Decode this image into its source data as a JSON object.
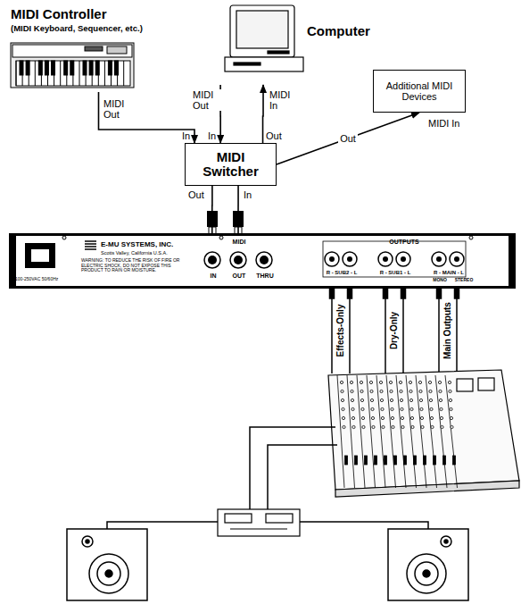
{
  "diagram": {
    "nodes": [
      {
        "text": [
          "MIDI Controller",
          "(MIDI Keyboard, Sequencer, etc.)"
        ]
      },
      {
        "text": [
          "Computer"
        ]
      },
      {
        "text": [
          "Additional MIDI Devices"
        ]
      },
      {
        "text": [
          "MIDI Switcher"
        ]
      },
      {
        "text": [
          "100-250VAC 50/60Hz",
          "E-MU SYSTEMS, INC.",
          "Scotts Valley, California U.S.A.",
          "WARNING: TO REDUCE THE RISK OF FIRE OR ELECTRIC SHOCK, DO NOT EXPOSE THIS PRODUCT TO RAIN OR MOISTURE.",
          "MIDI",
          "IN",
          "OUT",
          "THRU",
          "OUTPUTS",
          "R - SUB2 - L",
          "R - SUB1 - L",
          "R - MAIN - L",
          "MONO",
          "STEREO"
        ]
      }
    ],
    "edges": [
      {
        "from": 0,
        "to": 3,
        "label": "MIDI Out",
        "arrow": "to"
      },
      {
        "from": 1,
        "to": 3,
        "label": "MIDI Out",
        "arrow": "to"
      },
      {
        "from": 3,
        "to": 1,
        "label": "MIDI In",
        "arrow": "to"
      },
      {
        "from": 3,
        "to": 2,
        "label": "Out",
        "arrow": "to"
      },
      {
        "from": 3,
        "to": 4,
        "arrow": "none"
      },
      {
        "from": 4,
        "to": 3,
        "arrow": "none"
      }
    ],
    "labels": [
      "In",
      "In",
      "Out",
      "Out",
      "In",
      "MIDI In",
      "Effects-Only",
      "Dry-Only",
      "Main Outputs"
    ]
  }
}
